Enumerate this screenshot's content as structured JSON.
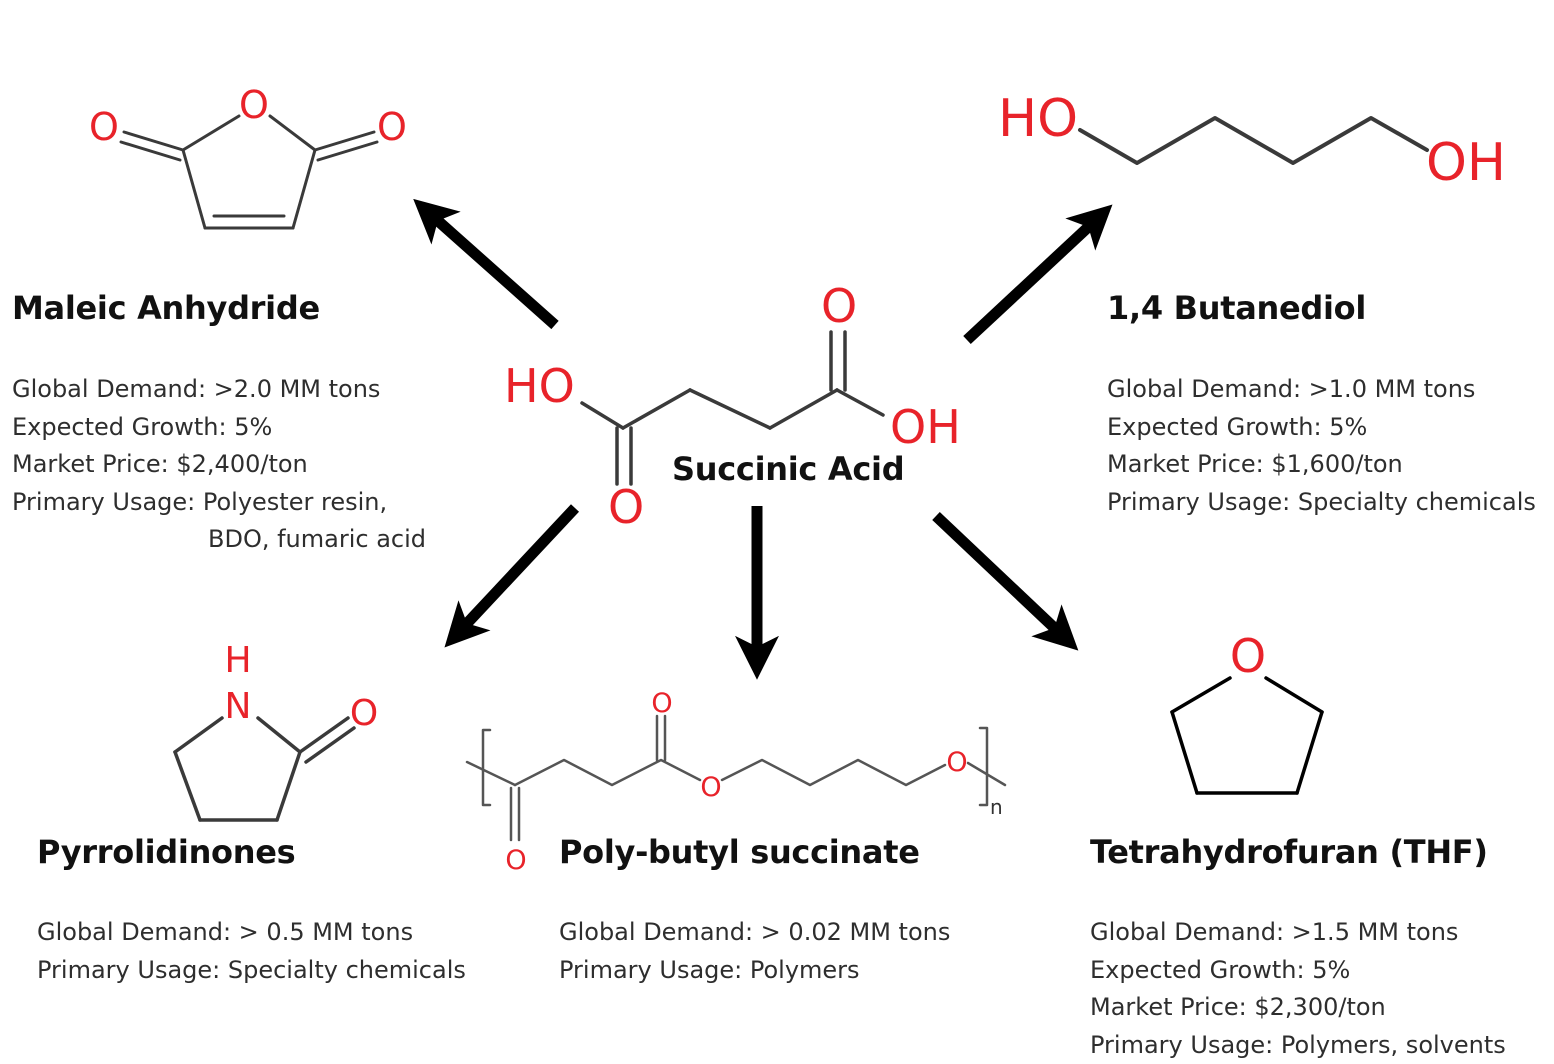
{
  "colors": {
    "heteroatom": "#e8232a",
    "bond": "#3a3a3a",
    "arrow": "#000000",
    "title": "#111111",
    "text": "#2e2e2e"
  },
  "center": {
    "name": "Succinic Acid",
    "atoms": {
      "o_top": "O",
      "ho_left": "HO",
      "oh_right": "OH",
      "o_bottom": "O"
    }
  },
  "maleic": {
    "name": "Maleic Anhydride",
    "atoms": {
      "o_ring": "O",
      "o_left": "O",
      "o_right": "O"
    },
    "lines": [
      "Global Demand: >2.0 MM tons",
      "Expected Growth: 5%",
      "Market Price: $2,400/ton",
      "Primary Usage: Polyester resin,"
    ],
    "continuation": "BDO, fumaric acid"
  },
  "bdo": {
    "name": "1,4 Butanediol",
    "atoms": {
      "ho": "HO",
      "oh": "OH"
    },
    "lines": [
      "Global Demand: >1.0 MM tons",
      "Expected Growth: 5%",
      "Market Price: $1,600/ton",
      "Primary Usage: Specialty chemicals"
    ]
  },
  "pyrrolidinones": {
    "name": "Pyrrolidinones",
    "atoms": {
      "h": "H",
      "n": "N",
      "o": "O"
    },
    "lines": [
      "Global Demand: > 0.5 MM tons",
      "Primary Usage: Specialty chemicals"
    ]
  },
  "pbs": {
    "name": "Poly-butyl succinate",
    "atoms": {
      "o_top": "O",
      "o_mid": "O",
      "o_right": "O",
      "o_bottom": "O",
      "n": "n"
    },
    "lines": [
      "Global Demand: > 0.02 MM tons",
      "Primary Usage: Polymers"
    ]
  },
  "thf": {
    "name": "Tetrahydrofuran (THF)",
    "atoms": {
      "o": "O"
    },
    "lines": [
      "Global Demand: >1.5 MM tons",
      "Expected Growth: 5%",
      "Market Price: $2,300/ton",
      "Primary Usage: Polymers, solvents"
    ]
  }
}
